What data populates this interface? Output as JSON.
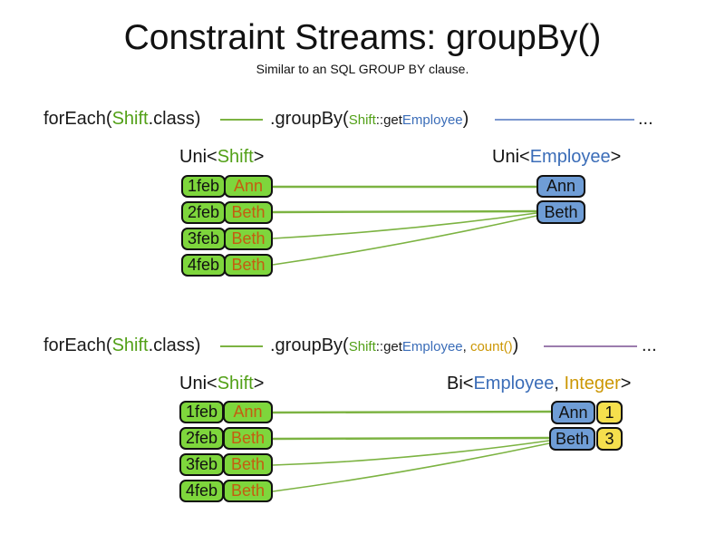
{
  "title": "Constraint Streams: groupBy()",
  "subtitle": "Similar to an SQL GROUP BY clause.",
  "colors": {
    "type_green": "#52a017",
    "type_blue": "#3b6db8",
    "type_gold": "#cc9705",
    "name_orange": "#c45d11",
    "cell_green_fill": "#7ed63c",
    "box_blue_fill": "#6f9dd6",
    "box_yellow_fill": "#f5df4d",
    "line_green": "#7cb342",
    "line_blue": "#7b97cf",
    "line_purple": "#9b7cad"
  },
  "sections": [
    {
      "code": {
        "foreach_open": "forEach(",
        "foreach_type": "Shift",
        "foreach_close": ".class)",
        "groupby_open": ".groupBy(",
        "arg_type": "Shift",
        "arg_accessor": "::get",
        "arg_return": "Employee",
        "groupby_close": ")",
        "ellipsis": "..."
      },
      "left_label": {
        "open": "Uni<",
        "type": "Shift",
        "close": ">"
      },
      "right_label": {
        "open": "Uni<",
        "type": "Employee",
        "close": ">"
      },
      "rows": [
        {
          "date": "1feb",
          "name": "Ann"
        },
        {
          "date": "2feb",
          "name": "Beth"
        },
        {
          "date": "3feb",
          "name": "Beth"
        },
        {
          "date": "4feb",
          "name": "Beth"
        }
      ],
      "groups": [
        {
          "name": "Ann"
        },
        {
          "name": "Beth"
        }
      ]
    },
    {
      "code": {
        "foreach_open": "forEach(",
        "foreach_type": "Shift",
        "foreach_close": ".class)",
        "groupby_open": ".groupBy(",
        "arg_type": "Shift",
        "arg_accessor": "::get",
        "arg_return": "Employee",
        "arg_sep": ", ",
        "arg_extra": "count()",
        "groupby_close": ")",
        "ellipsis": "..."
      },
      "left_label": {
        "open": "Uni<",
        "type": "Shift",
        "close": ">"
      },
      "right_label": {
        "open": "Bi<",
        "type1": "Employee",
        "sep": ", ",
        "type2": "Integer",
        "close": ">"
      },
      "rows": [
        {
          "date": "1feb",
          "name": "Ann"
        },
        {
          "date": "2feb",
          "name": "Beth"
        },
        {
          "date": "3feb",
          "name": "Beth"
        },
        {
          "date": "4feb",
          "name": "Beth"
        }
      ],
      "groups": [
        {
          "name": "Ann",
          "count": "1"
        },
        {
          "name": "Beth",
          "count": "3"
        }
      ]
    }
  ]
}
